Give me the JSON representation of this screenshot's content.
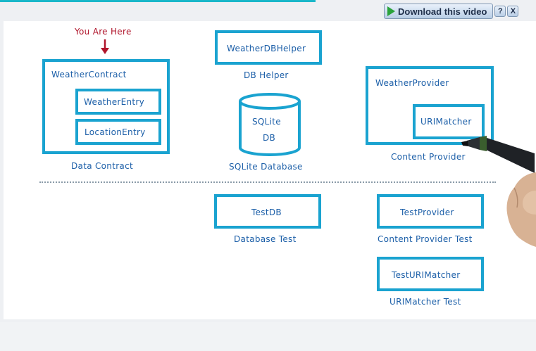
{
  "toolbar": {
    "download_label": "Download this video",
    "help_label": "?",
    "close_label": "X"
  },
  "diagram": {
    "you_are_here": "You Are Here",
    "weather_contract": "WeatherContract",
    "weather_entry": "WeatherEntry",
    "location_entry": "LocationEntry",
    "data_contract_caption": "Data Contract",
    "db_helper_box": "WeatherDBHelper",
    "db_helper_caption": "DB Helper",
    "sqlite_line1": "SQLite",
    "sqlite_line2": "DB",
    "sqlite_caption": "SQLite Database",
    "provider_box": "WeatherProvider",
    "urimatcher_box": "URIMatcher",
    "provider_caption": "Content Provider",
    "testdb_box": "TestDB",
    "testdb_caption": "Database Test",
    "testprovider_box": "TestProvider",
    "testprovider_caption": "Content Provider Test",
    "testurimatcher_box": "TestURIMatcher",
    "testurimatcher_caption": "URIMatcher Test"
  },
  "colors": {
    "box_stroke": "#1aa3d0",
    "text": "#1c5fa8",
    "marker_red": "#b0152b",
    "play_green": "#2aa33b"
  },
  "icons": {
    "play": "play-icon",
    "help": "help-icon",
    "close": "close-icon",
    "arrow": "down-arrow-icon",
    "pen": "pen-icon",
    "hand": "hand-icon"
  }
}
